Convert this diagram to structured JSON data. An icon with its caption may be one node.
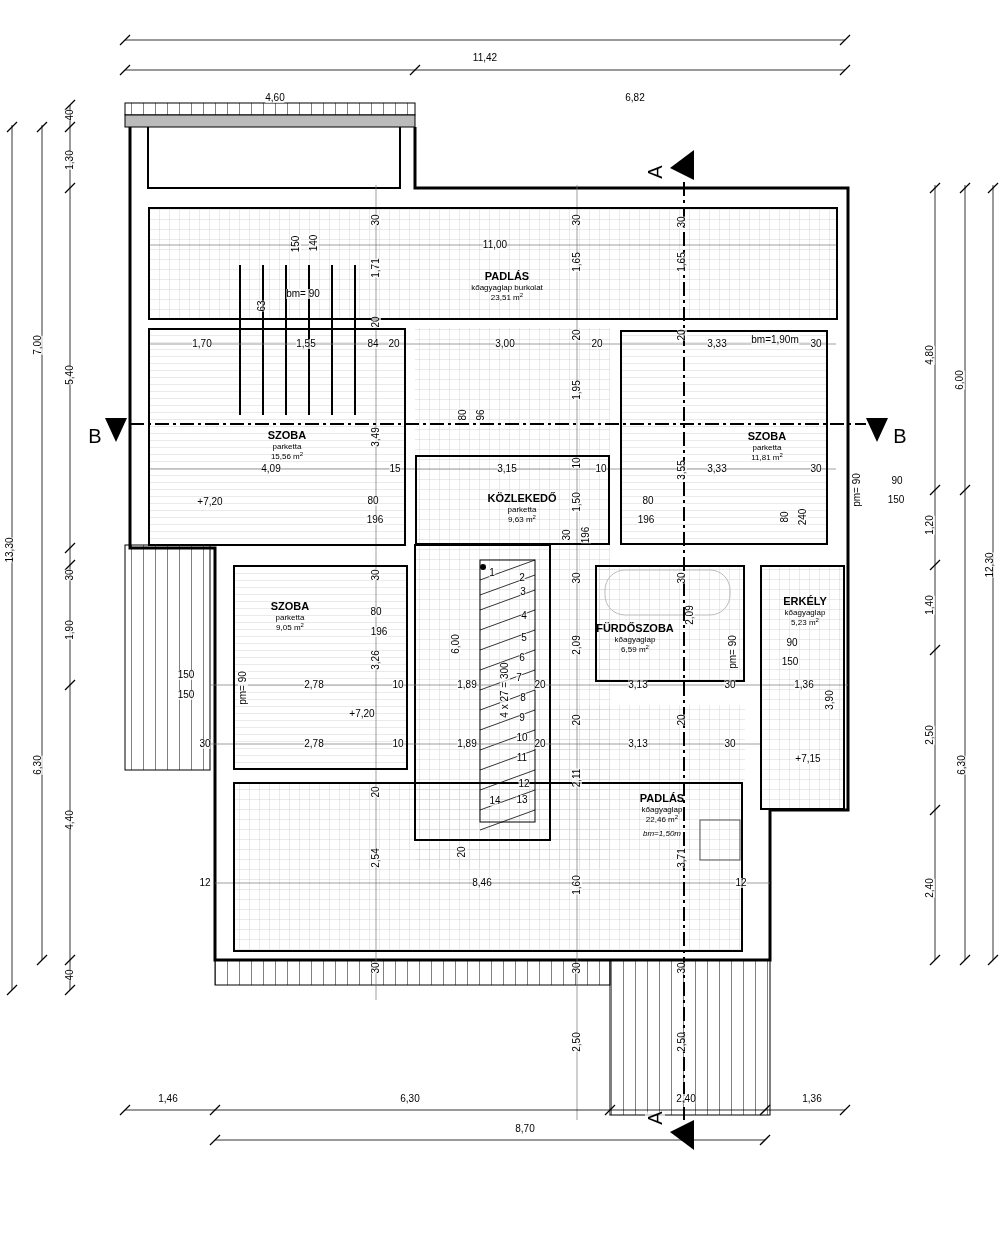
{
  "diagram": {
    "nodes": [
      {
        "text": [
          "PADLÁS",
          "kőagyaglap burkolat",
          "23,51 m$^{2}$"
        ]
      },
      {
        "text": [
          "SZOBA",
          "parketta",
          "15,56 m$^{2}$"
        ]
      },
      {
        "text": [
          "KÖZLEKEDŐ",
          "parketta",
          "9,63 m$^{2}$"
        ]
      },
      {
        "text": [
          "SZOBA",
          "parketta",
          "11,81 m$^{2}$"
        ]
      },
      {
        "text": [
          "SZOBA",
          "parketta",
          "9,05 m$^{2}$"
        ]
      },
      {
        "text": [
          "FÜRDŐSZOBA",
          "kőagyaglap",
          "6,59 m$^{2}$"
        ]
      },
      {
        "text": [
          "ERKÉLY",
          "kőagyaglap",
          "5,23 m$^{2}$"
        ]
      },
      {
        "text": [
          "PADLÁS",
          "kőagyaglap",
          "22,46 m$^{2}$",
          "bm=1,50m"
        ]
      }
    ],
    "labels": [
      "11,42",
      "4,60",
      "6,82",
      "40",
      "1,30",
      "A",
      "30",
      "30",
      "30",
      "150",
      "140",
      "11,00",
      "1,71",
      "1,65",
      "1,65",
      "bm= 90",
      "63",
      "20",
      "bm=1,90m",
      "20",
      "20",
      "7,00",
      "1,70",
      "1,55",
      "84",
      "20",
      "3,00",
      "20",
      "3,33",
      "30",
      "4,80",
      "5,40",
      "6,00",
      "1,95",
      "80",
      "96",
      "B",
      "3,49",
      "3,55",
      "B",
      "4,09",
      "15",
      "3,15",
      "10",
      "10",
      "3,33",
      "30",
      "pm= 90",
      "90",
      "+7,20",
      "80",
      "1,50",
      "80",
      "150",
      "196",
      "196",
      "80",
      "240",
      "1,20",
      "30",
      "196",
      "13,30",
      "12,30",
      "30",
      "30",
      "30",
      "30",
      "1",
      "2",
      "3",
      "4",
      "5",
      "6",
      "7",
      "8",
      "9",
      "10",
      "11",
      "12",
      "14",
      "13",
      "1,40",
      "80",
      "196",
      "1,90",
      "6,00",
      "2,09",
      "2,09",
      "pm= 90",
      "90",
      "150",
      "4 x 27 = 300",
      "150",
      "150",
      "pm= 90",
      "2,78",
      "3,26",
      "10",
      "1,89",
      "20",
      "3,13",
      "30",
      "1,36",
      "3,90",
      "+7,20",
      "20",
      "20",
      "2,50",
      "30",
      "2,78",
      "10",
      "1,89",
      "20",
      "3,13",
      "30",
      "+7,15",
      "6,30",
      "6,30",
      "2,11",
      "20",
      "3,71",
      "4,40",
      "20",
      "2,54",
      "12",
      "8,46",
      "12",
      "1,60",
      "2,40",
      "30",
      "30",
      "30",
      "40",
      "2,50",
      "2,50",
      "1,46",
      "6,30",
      "2,40",
      "1,36",
      "A",
      "8,70"
    ]
  }
}
